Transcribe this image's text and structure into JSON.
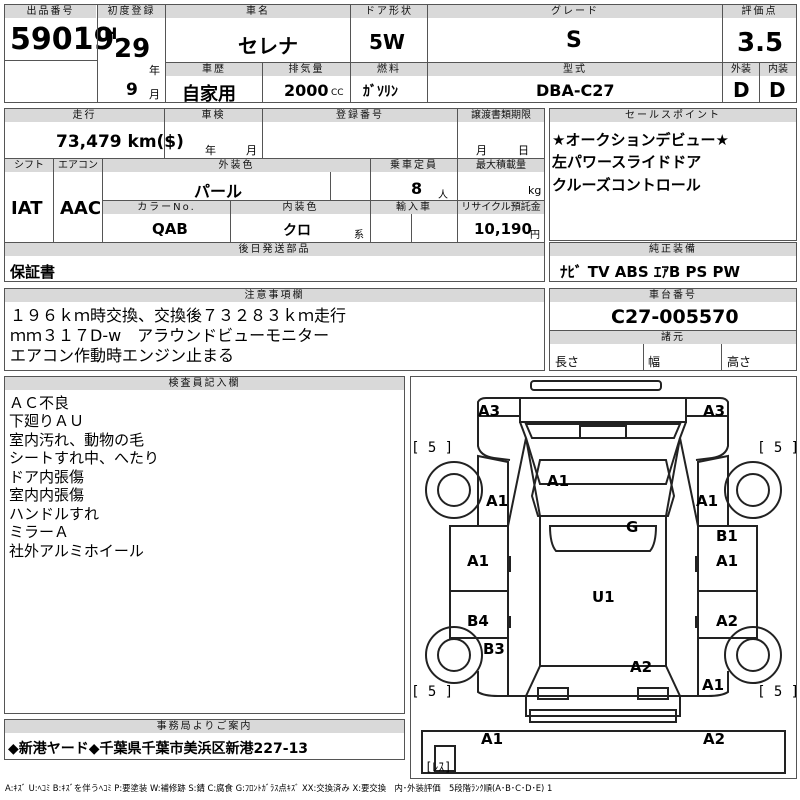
{
  "header": {
    "lot_label": "出品番号",
    "lot": "59019",
    "reg_label": "初度登録",
    "era": "H",
    "year": "29",
    "year_unit": "年",
    "month": "9",
    "month_unit": "月",
    "name_label": "車名",
    "name": "セレナ",
    "door_label": "ドア形状",
    "door": "5W",
    "grade_label": "グレード",
    "grade": "S",
    "score_label": "評価点",
    "score": "3.5",
    "ext_label": "外装",
    "ext": "D",
    "int_label": "内装",
    "int": "D",
    "history_label": "車歴",
    "history": "自家用",
    "disp_label": "排気量",
    "disp": "2000",
    "disp_unit": "CC",
    "fuel_label": "燃料",
    "fuel": "ｶﾞｿﾘﾝ",
    "model_label": "型式",
    "model": "DBA-C27"
  },
  "row2": {
    "mileage_label": "走行",
    "mileage": "73,479 km($)",
    "inspection_label": "車検",
    "year_unit": "年",
    "month_unit": "月",
    "plate_label": "登録番号",
    "transfer_label": "譲渡書類期限",
    "month_unit2": "月",
    "day_unit": "日",
    "shift_label": "シフト",
    "shift": "IAT",
    "ac_label": "エアコン",
    "ac": "AAC",
    "color_label": "外装色",
    "color": "パール",
    "capacity_label": "乗車定員",
    "capacity": "8",
    "capacity_unit": "人",
    "load_label": "最大積載量",
    "load_unit": "kg",
    "colorno_label": "カラーNo.",
    "colorno": "QAB",
    "interior_label": "内装色",
    "interior": "クロ",
    "interior_unit": "系",
    "import_label": "輸入車",
    "recycle_label": "リサイクル預託金",
    "recycle": "10,190",
    "recycle_unit": "円",
    "parts_label": "後日発送部品",
    "parts": "保証書"
  },
  "sales": {
    "label": "セールスポイント",
    "lines": [
      "★オークションデビュー★",
      "左パワースライドドア",
      "クルーズコントロール"
    ]
  },
  "equipment": {
    "label": "純正装備",
    "value": "ﾅﾋﾞ  TV  ABS ｴｱB PS PW"
  },
  "notes": {
    "label": "注意事項欄",
    "lines": [
      "１９６ｋｍ時交換、交換後７３２８３ｋｍ走行",
      "ｍｍ３１７D-w　アラウンドビューモニター",
      "エアコン作動時エンジン止まる"
    ]
  },
  "chassis": {
    "label": "車台番号",
    "value": "C27-005570",
    "spec_label": "諸元",
    "length": "長さ",
    "width": "幅",
    "height": "高さ"
  },
  "inspector": {
    "label": "検査員記入欄",
    "lines": [
      "ＡＣ不良",
      "下廻りＡＵ",
      "室内汚れ、動物の毛",
      "シートすれ中、へたり",
      "ドア内張傷",
      "室内内張傷",
      "ハンドルすれ",
      "ミラーＡ",
      "社外アルミホイール"
    ]
  },
  "diagram": {
    "codes": {
      "a3_left": "A3",
      "a3_right": "A3",
      "roof": "A1",
      "front_left_fender": "A1",
      "front_right_fender": "A1",
      "glass": "G",
      "b1": "B1",
      "right_door_front": "A1",
      "left_door_front": "A1",
      "left_door_rear": "B4",
      "left_quarter": "B3",
      "floor": "U1",
      "right_door_rear": "A2",
      "rear_panel": "A2",
      "right_quarter": "A1",
      "rear_bumper_left": "A1",
      "rear_bumper_right": "A2"
    },
    "tire_fl": "[ 5 ]",
    "tire_fr": "[ 5 ]",
    "tire_rl": "[ 5 ]",
    "tire_rr": "[ 5 ]",
    "spare": "[ﾚｽ]"
  },
  "office": {
    "label": "事務局よりご案内",
    "value": "◆新港ヤード◆千葉県千葉市美浜区新港227-13"
  },
  "legend": "A:ｷｽﾞ U:ﾍｺﾐ B:ｷｽﾞを伴うﾍｺﾐ P:要塗装 W:補修跡 S:錆 C:腐食 G:ﾌﾛﾝﾄｶﾞﾗｽ点ｷｽﾞ XX:交換済み X:要交換　内･外装評価　5段階ﾗﾝｸ順(A･B･C･D･E) 1"
}
